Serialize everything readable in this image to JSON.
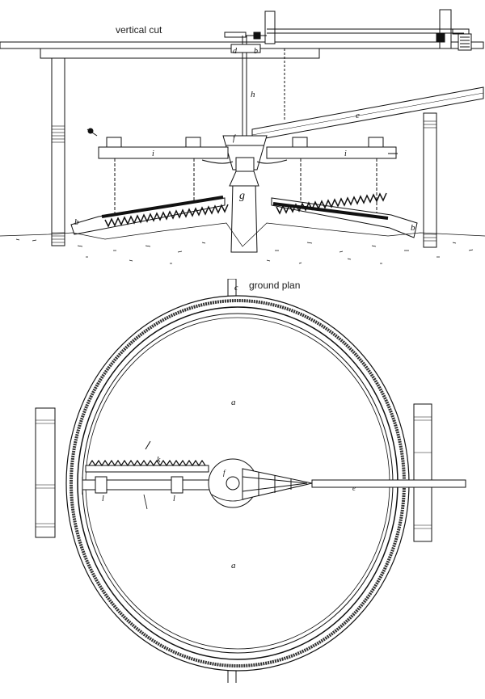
{
  "captions": {
    "vertical_cut": "vertical cut",
    "ground_plan": "ground plan"
  },
  "labels": {
    "a": "a",
    "b": "b",
    "c": "c",
    "d": "d",
    "e": "e",
    "f": "f",
    "g": "g",
    "h": "h",
    "i": "i",
    "k": "k",
    "l": "l"
  },
  "colors": {
    "ink": "#111111",
    "paper": "#ffffff"
  }
}
